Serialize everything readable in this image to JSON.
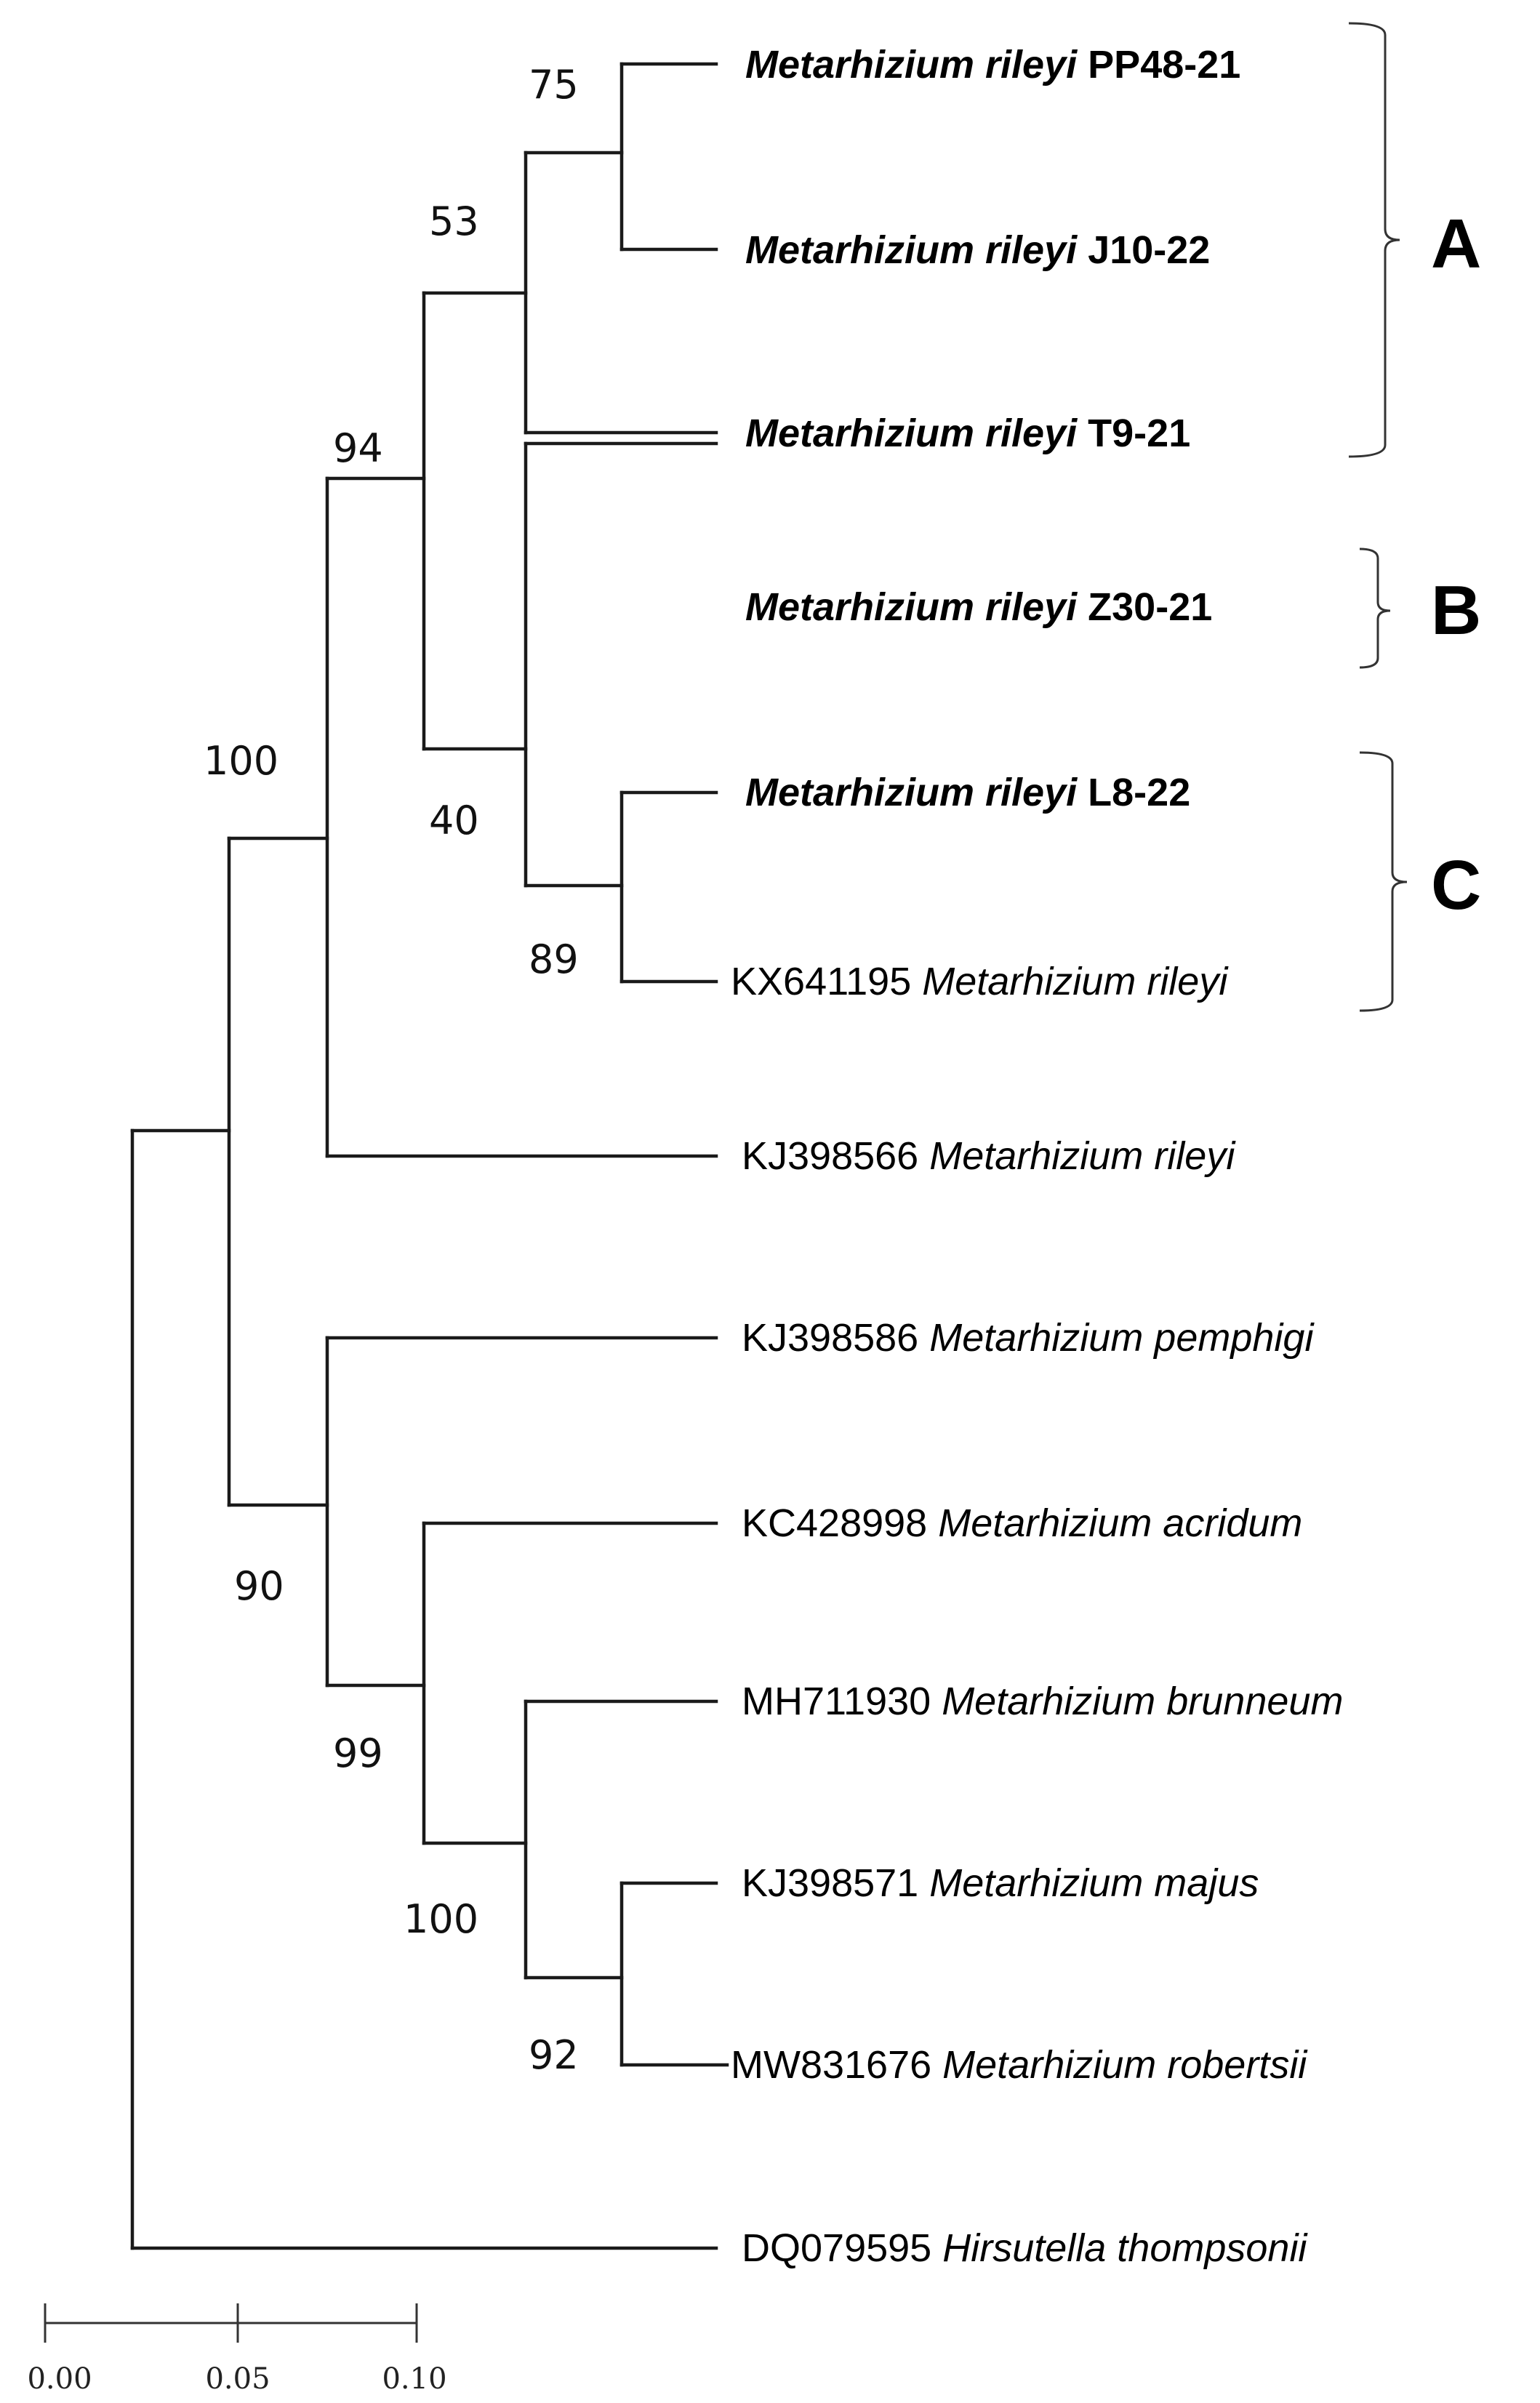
{
  "taxa": [
    {
      "id": "pp48",
      "accession": "",
      "species": "Metarhizium rileyi",
      "strain": "PP48-21",
      "bold": true
    },
    {
      "id": "j10",
      "accession": "",
      "species": "Metarhizium rileyi",
      "strain": "J10-22",
      "bold": true
    },
    {
      "id": "t9",
      "accession": "",
      "species": "Metarhizium rileyi",
      "strain": "T9-21",
      "bold": true
    },
    {
      "id": "z30",
      "accession": "",
      "species": "Metarhizium rileyi",
      "strain": "Z30-21",
      "bold": true
    },
    {
      "id": "l8",
      "accession": "",
      "species": "Metarhizium rileyi",
      "strain": "L8-22",
      "bold": true
    },
    {
      "id": "kx641195",
      "accession": "KX641195",
      "species": "Metarhizium rileyi",
      "strain": "",
      "bold": false
    },
    {
      "id": "kj398566",
      "accession": "KJ398566",
      "species": "Metarhizium rileyi",
      "strain": "",
      "bold": false
    },
    {
      "id": "kj398586",
      "accession": "KJ398586",
      "species": "Metarhizium pemphigi",
      "strain": "",
      "bold": false
    },
    {
      "id": "kc428998",
      "accession": "KC428998",
      "species": "Metarhizium acridum",
      "strain": "",
      "bold": false
    },
    {
      "id": "mh711930",
      "accession": "MH711930",
      "species": "Metarhizium brunneum",
      "strain": "",
      "bold": false
    },
    {
      "id": "kj398571",
      "accession": "KJ398571",
      "species": "Metarhizium majus",
      "strain": "",
      "bold": false
    },
    {
      "id": "mw831676",
      "accession": "MW831676",
      "species": "Metarhizium robertsii",
      "strain": "",
      "bold": false
    },
    {
      "id": "dq079595",
      "accession": "DQ079595",
      "species": "Hirsutella thompsonii",
      "strain": "",
      "bold": false
    }
  ],
  "bootstrap": {
    "pp48_j10": "75",
    "clade_a": "53",
    "l8_kx": "89",
    "bc": "40",
    "abc": "94",
    "rileyi": "100",
    "majus_robertsii": "92",
    "brunneum_group": "100",
    "acridum_group": "99",
    "pemphigi_group": "90"
  },
  "clades": {
    "a": "A",
    "b": "B",
    "c": "C"
  },
  "scale_bar": {
    "ticks": [
      "0.00",
      "0.05",
      "0.10"
    ]
  }
}
